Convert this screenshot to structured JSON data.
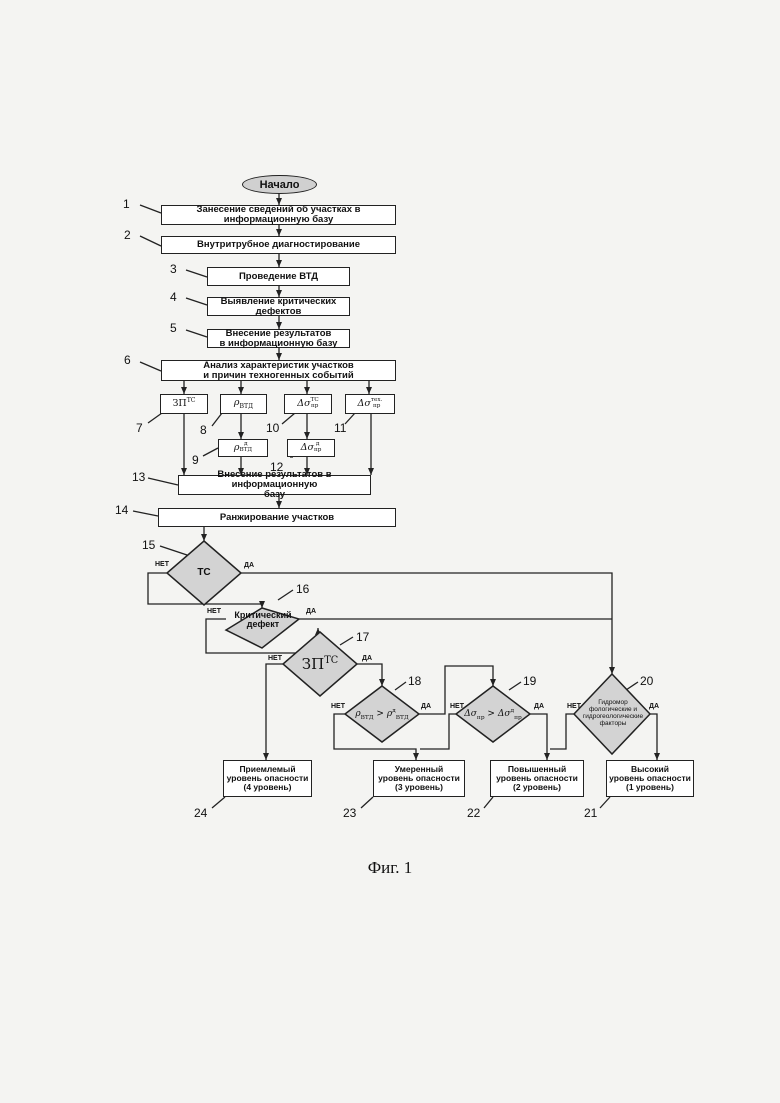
{
  "flowchart": {
    "start_label": "Начало",
    "steps": {
      "s1": "Занесение сведений об участках в информационную базу",
      "s2": "Внутритрубное диагностирование",
      "s3": "Проведение ВТД",
      "s4": "Выявление критических дефектов",
      "s5_line1": "Внесение результатов",
      "s5_line2": "в информационную базу",
      "s6_line1": "Анализ характеристик участков",
      "s6_line2": "и причин техногенных событий",
      "s13_line1": "Внесение результатов в информационную",
      "s13_line2": "базу",
      "s14": "Ранжирование участков"
    },
    "params": {
      "p7": "ЗП",
      "p7_sup": "ТС",
      "p8": "ρ",
      "p8_sub": "ВТД",
      "p9": "ρ",
      "p9_sup": "д",
      "p9_sub": "ВТД",
      "p10": "Δσ",
      "p10_sup": "ТС",
      "p10_sub": "пр",
      "p11": "Δσ",
      "p11_sup": "тех.",
      "p11_sub": "пр",
      "p12": "Δσ",
      "p12_sup": "д",
      "p12_sub": "пр"
    },
    "decisions": {
      "d15": "ТС",
      "d16_line1": "Критический",
      "d16_line2": "дефект",
      "d17": "ЗП",
      "d17_sup": "ТС",
      "d18_a": "ρ",
      "d18_a_sub": "ВТД",
      "d18_op": " > ",
      "d18_b": "ρ",
      "d18_b_sup": "д",
      "d18_b_sub": "ВТД",
      "d19_a": "Δσ",
      "d19_a_sub": "пр",
      "d19_op": " > ",
      "d19_b": "Δσ",
      "d19_b_sup": "д",
      "d19_b_sub": "пр",
      "d20_line1": "Гидромор",
      "d20_line2": "фологические и",
      "d20_line3": "гидрогеологические",
      "d20_line4": "факторы"
    },
    "yes_label": "ДА",
    "no_label": "НЕТ",
    "outcomes": {
      "o24_line1": "Приемлемый",
      "o24_line2": "уровень опасности",
      "o24_line3": "(4 уровень)",
      "o23_line1": "Умеренный",
      "o23_line2": "уровень опасности",
      "o23_line3": "(3 уровень)",
      "o22_line1": "Повышенный",
      "o22_line2": "уровень опасности",
      "o22_line3": "(2 уровень)",
      "o21_line1": "Высокий",
      "o21_line2": "уровень опасности",
      "o21_line3": "(1 уровень)"
    },
    "numbers": {
      "n1": "1",
      "n2": "2",
      "n3": "3",
      "n4": "4",
      "n5": "5",
      "n6": "6",
      "n7": "7",
      "n8": "8",
      "n9": "9",
      "n10": "10",
      "n11": "11",
      "n12": "12",
      "n13": "13",
      "n14": "14",
      "n15": "15",
      "n16": "16",
      "n17": "17",
      "n18": "18",
      "n19": "19",
      "n20": "20",
      "n21": "21",
      "n22": "22",
      "n23": "23",
      "n24": "24"
    }
  },
  "caption": "Фиг. 1",
  "colors": {
    "decision_fill": "#d3d3d3",
    "line": "#222222",
    "paper": "#f4f4f2"
  }
}
